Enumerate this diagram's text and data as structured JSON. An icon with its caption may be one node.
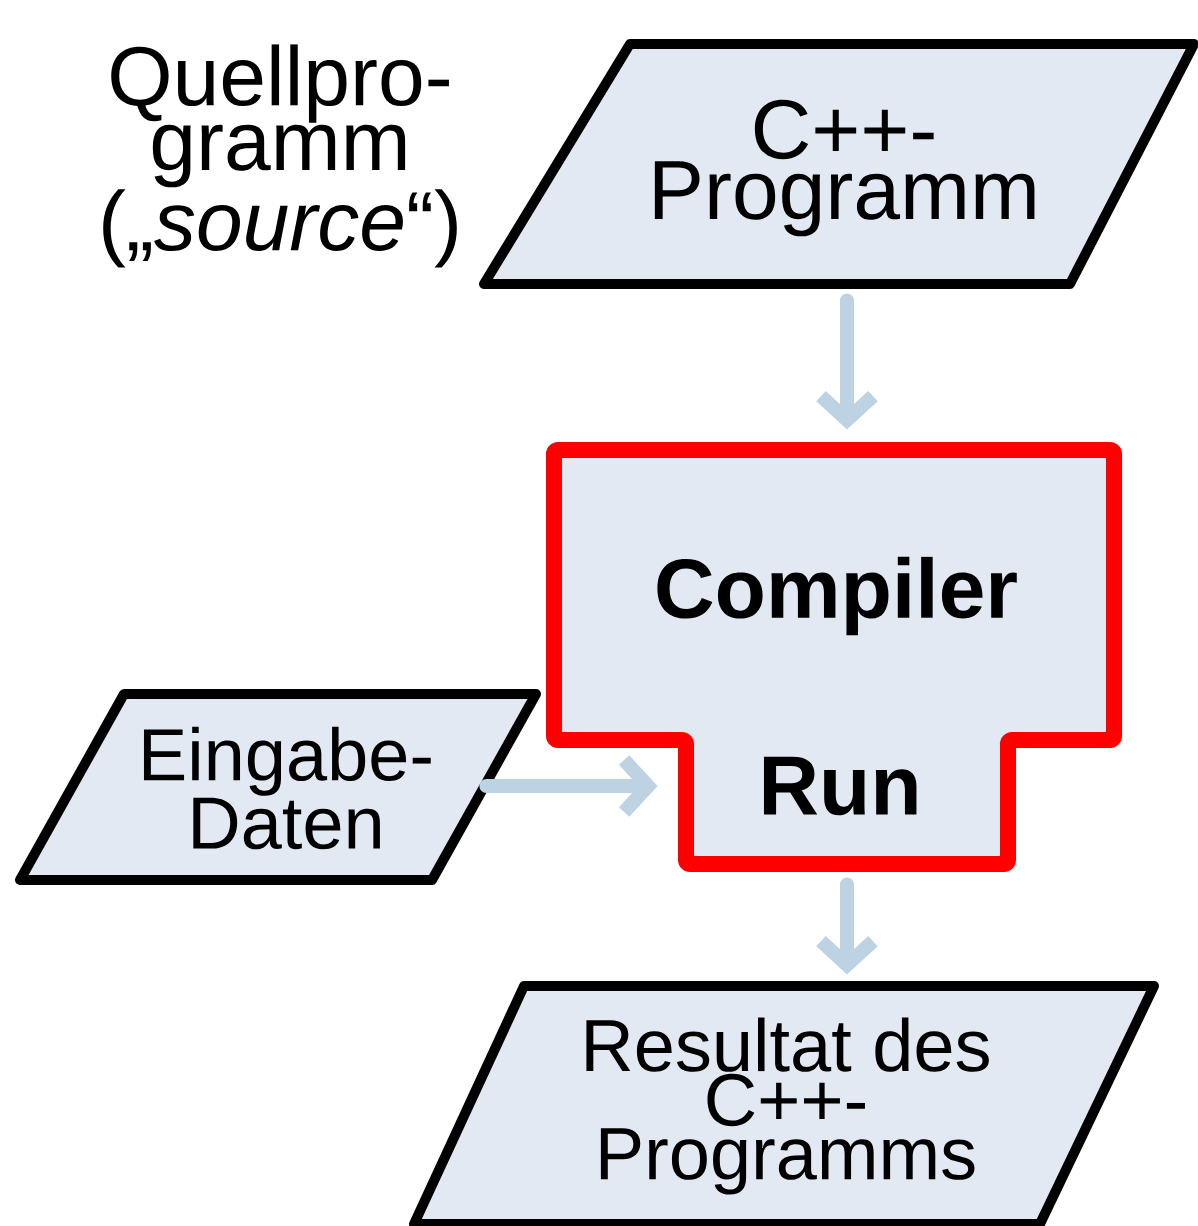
{
  "diagram": {
    "nodes": [
      {
        "text": [
          "C++- Programm"
        ],
        "beside": [
          "Quellpro- gramm („*source*“)"
        ]
      },
      {
        "text": [
          "Compiler",
          "Run"
        ]
      },
      {
        "text": [
          "Eingabe- Daten"
        ]
      },
      {
        "text": [
          "Resultat des C++- Programms"
        ]
      }
    ],
    "edges": [
      {
        "from": 0,
        "to": 1,
        "arrow": "to"
      },
      {
        "from": 2,
        "to": 1,
        "arrow": "to"
      },
      {
        "from": 1,
        "to": 3,
        "arrow": "to"
      }
    ]
  }
}
